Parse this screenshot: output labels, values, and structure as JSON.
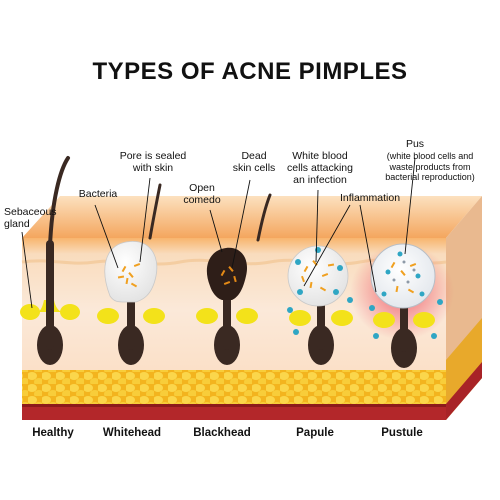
{
  "title": "TYPES OF ACNE PIMPLES",
  "labels": {
    "sebaceous_gland": "Sebaceous\ngland",
    "bacteria": "Bacteria",
    "pore_sealed": "Pore is sealed\nwith skin",
    "open_comedo": "Open\ncomedo",
    "dead_skin": "Dead\nskin cells",
    "white_blood": "White blood\ncells attacking\nan infection",
    "inflammation": "Inflammation",
    "pus": "Pus",
    "pus_detail": "(white blood cells and\nwaste products from\nbacterial reproduction)"
  },
  "stages": [
    "Healthy",
    "Whitehead",
    "Blackhead",
    "Papule",
    "Pustule"
  ],
  "colors": {
    "epidermis_top": "#f6b36a",
    "epidermis": "#f9d9b6",
    "dermis": "#fbe7d6",
    "fat": "#f7c531",
    "muscle": "#b3272a",
    "follicle": "#3a2922",
    "sebum": "#f3e21a",
    "inflammation": "#ee6b74"
  }
}
